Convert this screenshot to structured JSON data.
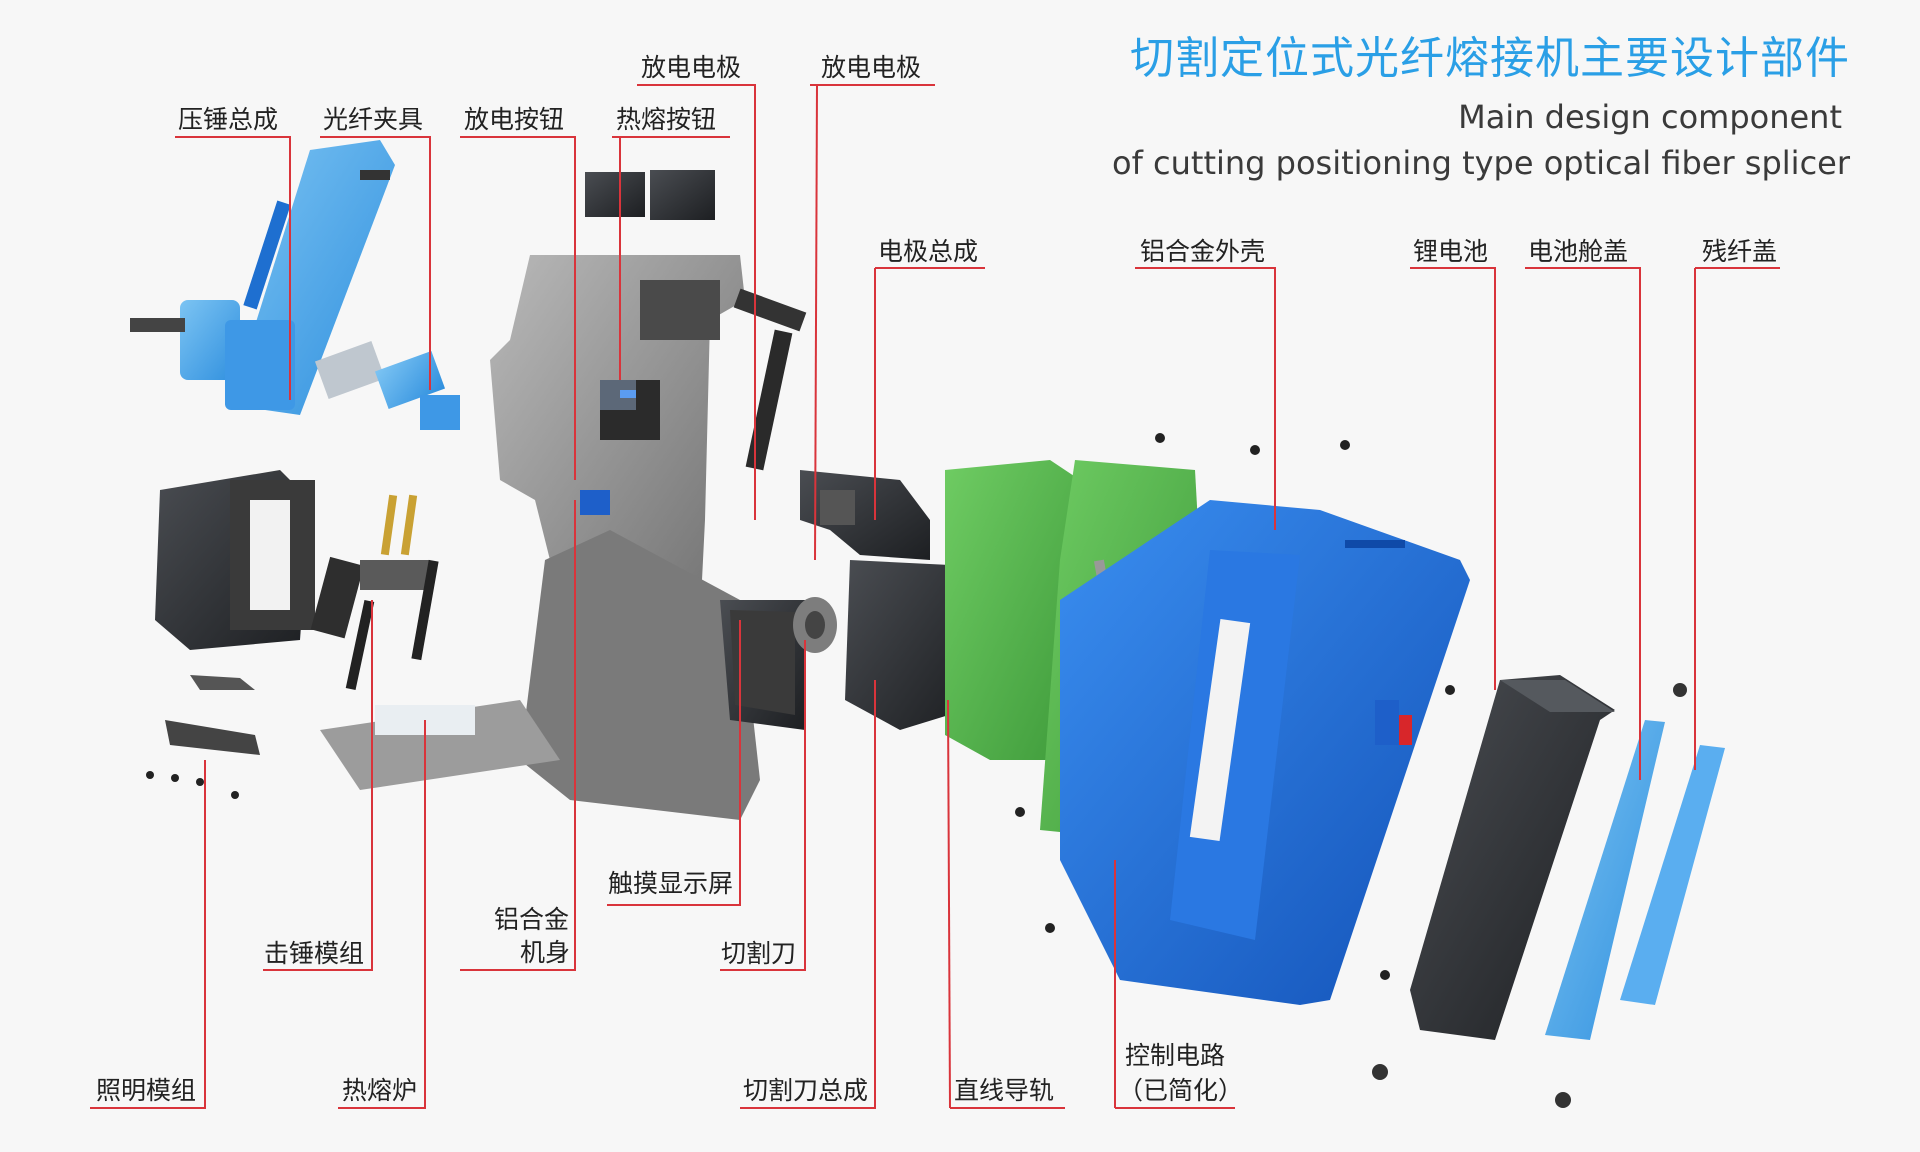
{
  "title": {
    "cn": "切割定位式光纤熔接机主要设计部件",
    "en_line1": "Main design component",
    "en_line2": "of cutting positioning type optical fiber splicer"
  },
  "labels": {
    "hammer_assembly": "压锤总成",
    "fiber_clamp": "光纤夹具",
    "discharge_button": "放电按钮",
    "discharge_electrode_1": "放电电极",
    "heat_button": "热熔按钮",
    "discharge_electrode_2": "放电电极",
    "electrode_assembly": "电极总成",
    "aluminum_shell": "铝合金外壳",
    "lithium_battery": "锂电池",
    "battery_cover": "电池舱盖",
    "waste_fiber_cover": "残纤盖",
    "touch_screen": "触摸显示屏",
    "aluminum_body_l1": "铝合金",
    "aluminum_body_l2": "机身",
    "striker_module": "击锤模组",
    "cutter": "切割刀",
    "lighting_module": "照明模组",
    "heat_furnace": "热熔炉",
    "cutter_assembly": "切割刀总成",
    "linear_guide": "直线导轨",
    "control_circuit_l1": "控制电路",
    "control_circuit_l2": "（已简化）"
  },
  "colors": {
    "title_blue": "#2a9fe6",
    "leader_red": "#d9343b",
    "part_blue": "#1f6fd9",
    "part_light_blue": "#4aa8ea",
    "part_green": "#5fb85a",
    "part_gray": "#8a8a8a",
    "part_dark": "#2b2b2b"
  }
}
